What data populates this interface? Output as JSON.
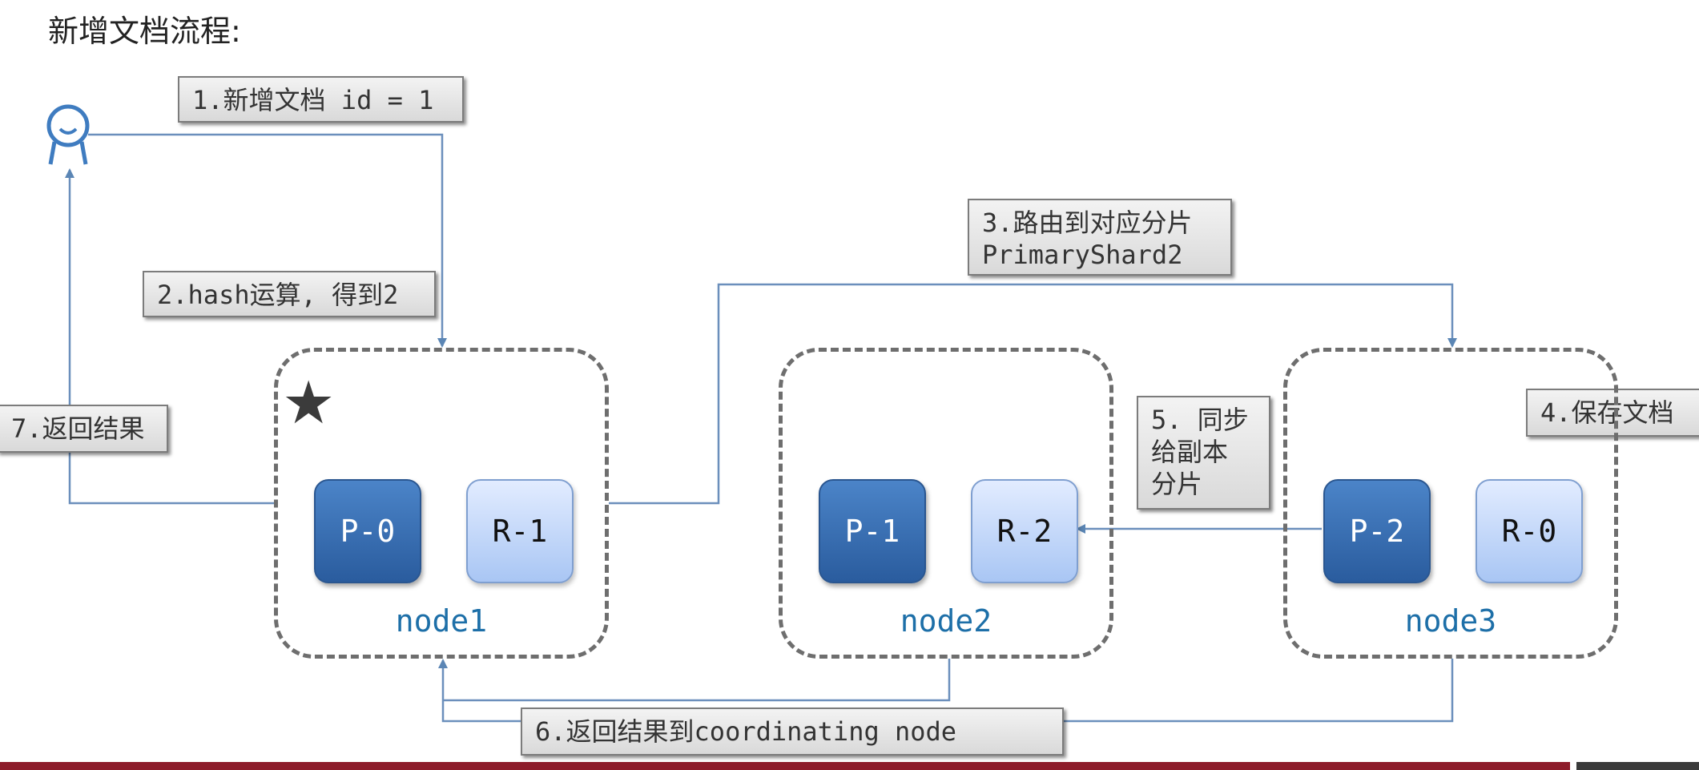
{
  "title": "新增文档流程:",
  "steps": {
    "s1": "1.新增文档 id = 1",
    "s2": "2.hash运算, 得到2",
    "s3": "3.路由到对应分片\nPrimaryShard2",
    "s4": "4.保存文档",
    "s5": "5. 同步\n给副本\n分片",
    "s6": "6.返回结果到coordinating node",
    "s7": "7.返回结果"
  },
  "nodes": [
    {
      "name": "node1",
      "primary": "P-0",
      "replica": "R-1"
    },
    {
      "name": "node2",
      "primary": "P-1",
      "replica": "R-2"
    },
    {
      "name": "node3",
      "primary": "P-2",
      "replica": "R-0"
    }
  ],
  "colors": {
    "primary_shard": "#2f64a8",
    "replica_shard": "#c6d9fb",
    "node_label": "#1d6fa8",
    "arrow": "#5b86b5",
    "bottom_bar": "#8d1c2a"
  },
  "icons": {
    "user": "user-icon",
    "coordinator": "star-icon"
  }
}
